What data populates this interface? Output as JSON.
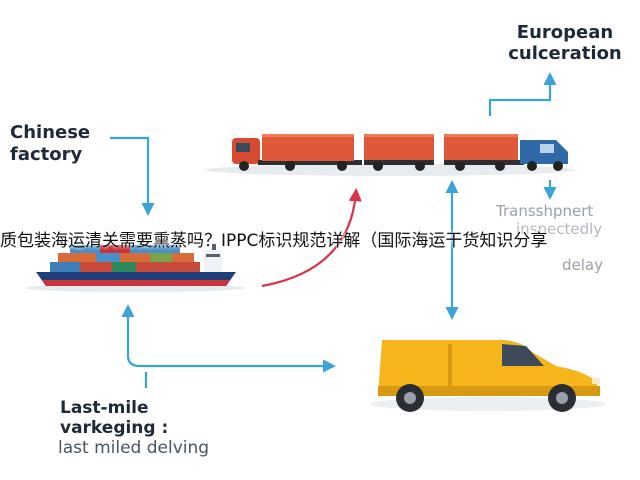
{
  "nodes": {
    "european": {
      "line1": "European",
      "line2": "culceration"
    },
    "chinese": {
      "line1": "Chinese",
      "line2": "factory"
    },
    "lastmile": {
      "line1": "Last-mile",
      "line2": "varkeging :",
      "caption": "last miled delving"
    },
    "transshipment": {
      "line1": "Transshpnert",
      "line2": "inspectedly",
      "line3": "delay"
    }
  },
  "banner": {
    "text": "质包装海运清关需要熏蒸吗？IPPC标识规范详解（国际海运干货知识分享"
  },
  "colors": {
    "arrow_blue": "#3aa4d8",
    "arrow_red": "#d8344a",
    "container": "#e0583a",
    "van": "#f5b51b",
    "ship_hull": "#1f3f7a",
    "ship_red": "#c8323a"
  }
}
